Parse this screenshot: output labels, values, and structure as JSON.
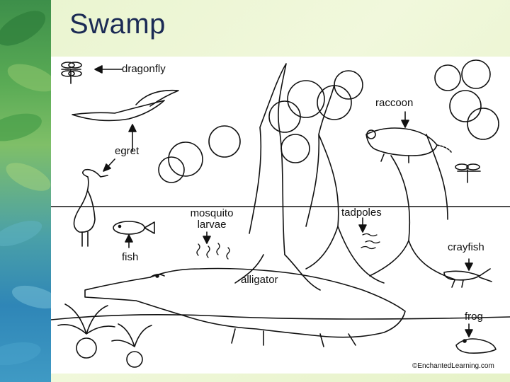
{
  "slide": {
    "title": "Swamp"
  },
  "diagram": {
    "labels": {
      "dragonfly": "dragonfly",
      "egret": "egret",
      "raccoon": "raccoon",
      "mosquito_larvae_line1": "mosquito",
      "mosquito_larvae_line2": "larvae",
      "tadpoles": "tadpoles",
      "fish": "fish",
      "crayfish": "crayfish",
      "alligator": "alligator",
      "frog": "frog"
    },
    "credit": "©EnchantedLearning.com",
    "icons": [
      "dragonfly-icon",
      "egret-icon",
      "raccoon-icon",
      "fish-icon",
      "crayfish-icon",
      "alligator-icon",
      "frog-icon",
      "tree-icon",
      "water-lily-icon",
      "arrow-icon"
    ]
  },
  "colors": {
    "title": "#1b2a55",
    "background": "#eef6d6",
    "line_art": "#111111"
  }
}
